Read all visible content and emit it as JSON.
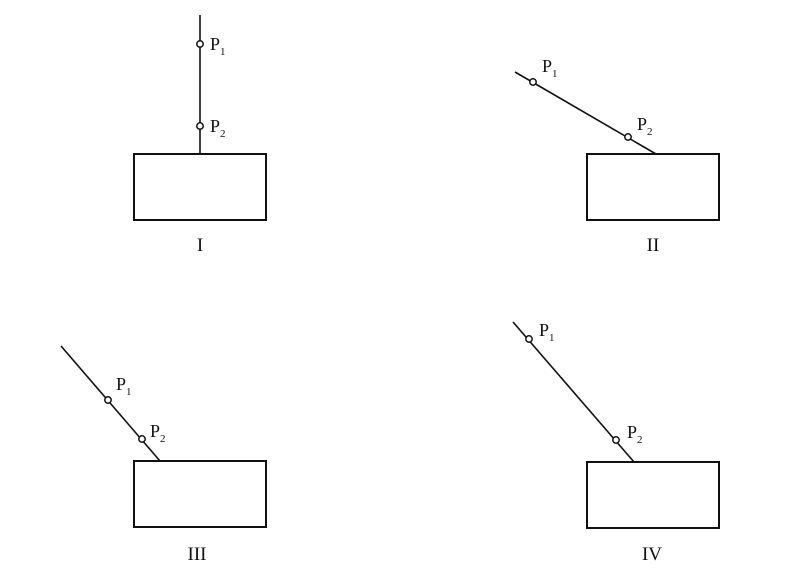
{
  "panels": [
    {
      "id": "I",
      "caption": "I",
      "pins": [
        {
          "letter": "P",
          "subscript": "1"
        },
        {
          "letter": "P",
          "subscript": "2"
        }
      ]
    },
    {
      "id": "II",
      "caption": "II",
      "pins": [
        {
          "letter": "P",
          "subscript": "1"
        },
        {
          "letter": "P",
          "subscript": "2"
        }
      ]
    },
    {
      "id": "III",
      "caption": "III",
      "pins": [
        {
          "letter": "P",
          "subscript": "1"
        },
        {
          "letter": "P",
          "subscript": "2"
        }
      ]
    },
    {
      "id": "IV",
      "caption": "IV",
      "pins": [
        {
          "letter": "P",
          "subscript": "1"
        },
        {
          "letter": "P",
          "subscript": "2"
        }
      ]
    }
  ],
  "colors": {
    "stroke": "#111111",
    "background": "#ffffff"
  }
}
